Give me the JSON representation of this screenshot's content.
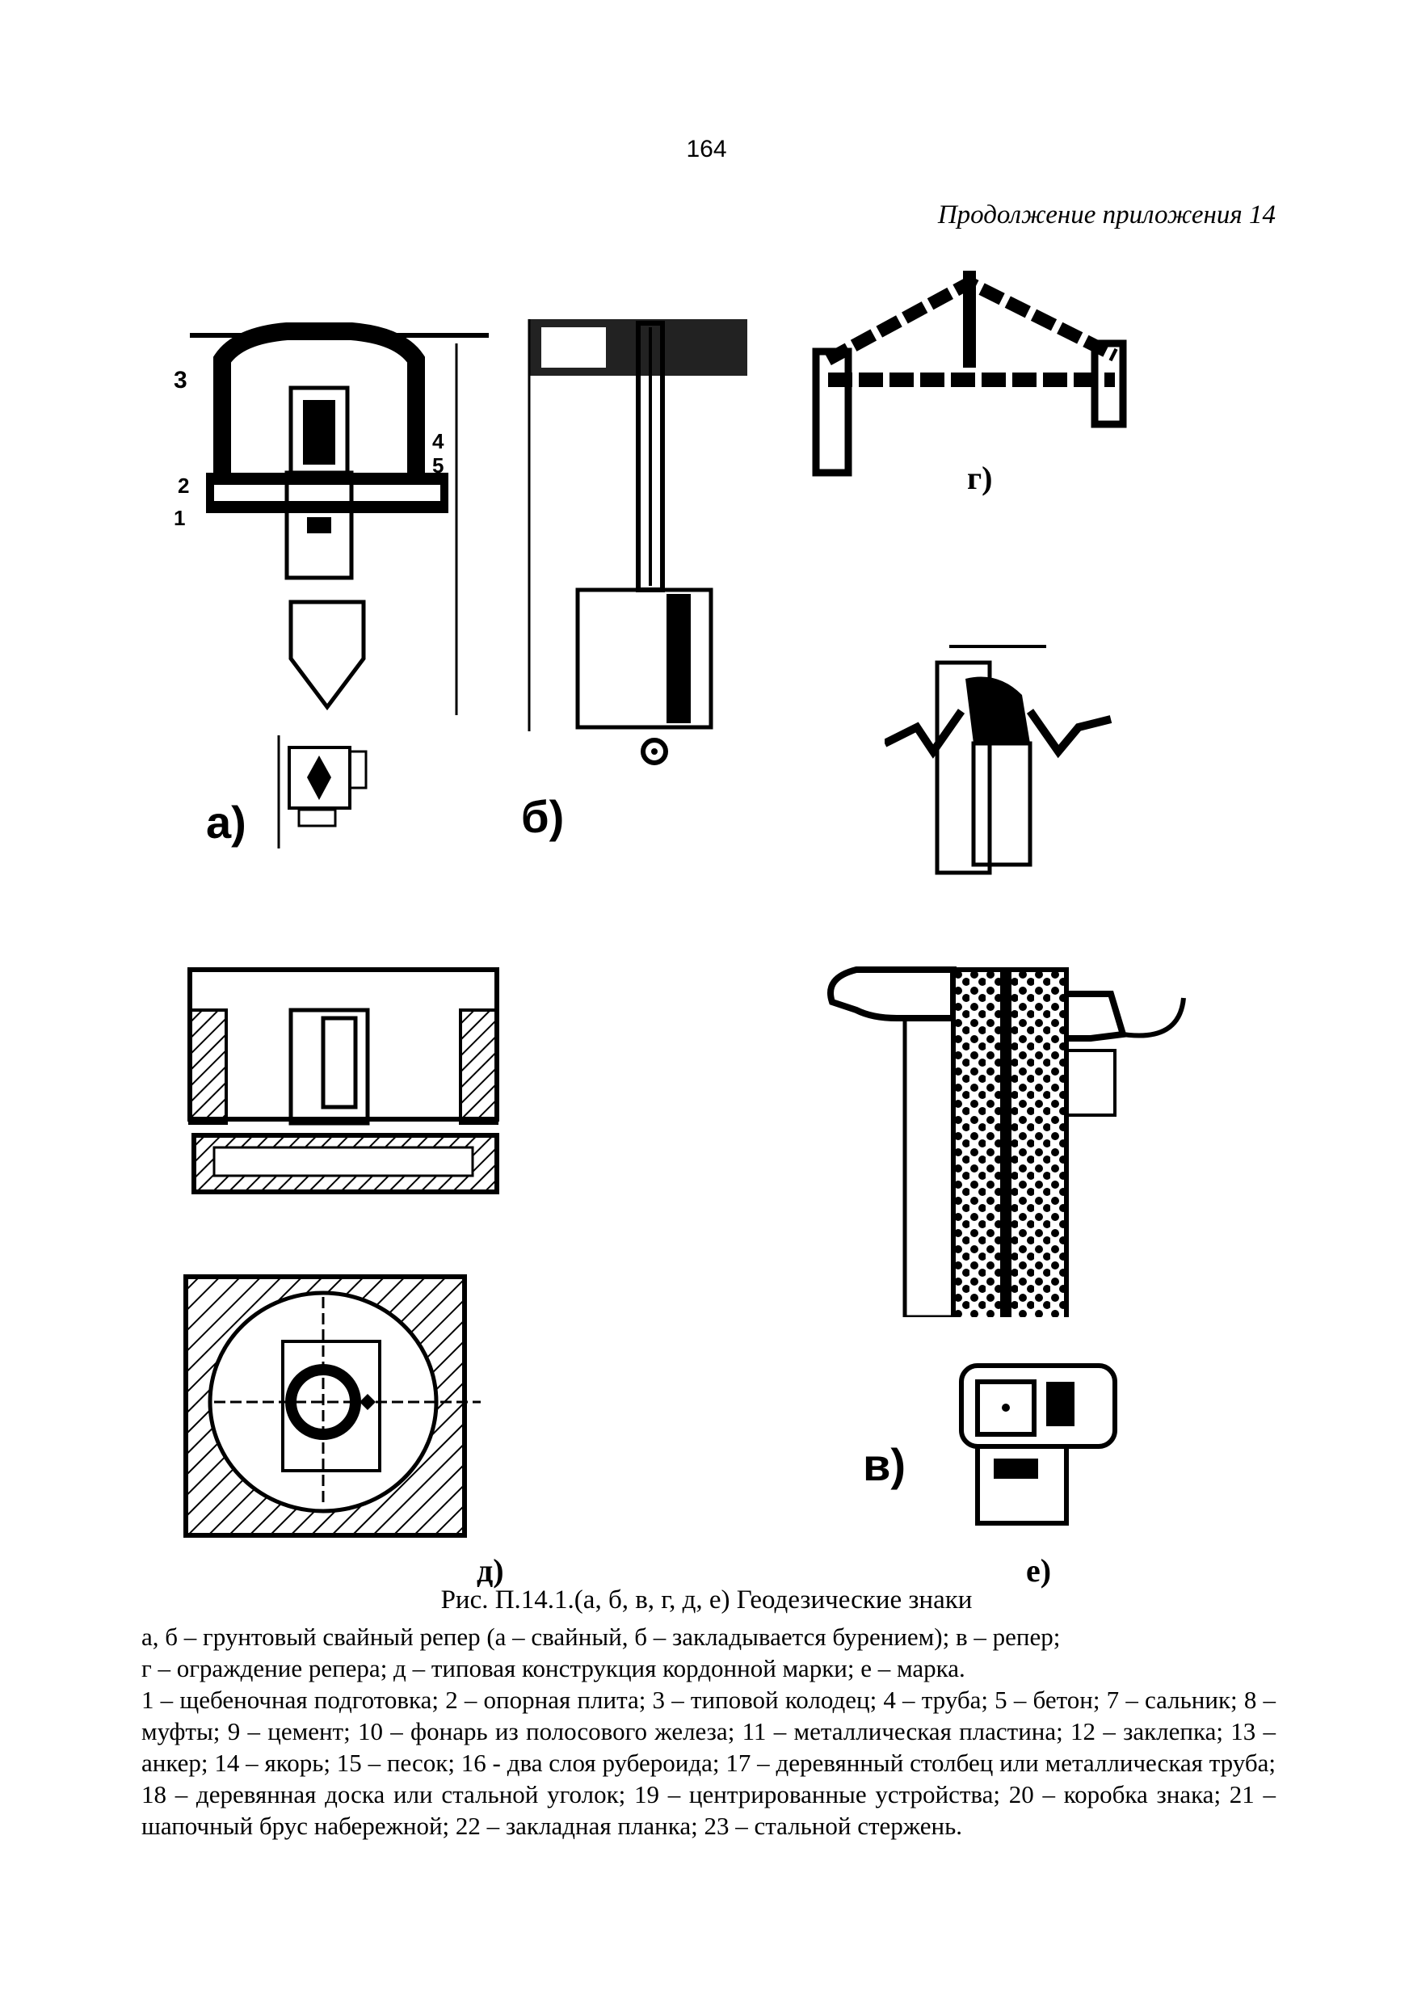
{
  "page_number": "164",
  "header_note": "Продолжение приложения 14",
  "figure_labels": {
    "a": "а)",
    "b": "б)",
    "g": "г)",
    "v": "в)",
    "d": "д)",
    "e": "е)"
  },
  "caption": "Рис. П.14.1.(а, б, в, г, д, е) Геодезические знаки",
  "legend": {
    "line1": "а, б – грунтовый свайный репер (а – свайный, б – закладывается бурением); в – репер;",
    "line2": "г – ограждение репера; д – типовая конструкция кордонной марки; е – марка.",
    "items": "1 – щебеночная подготовка; 2 – опорная плита; 3 – типовой колодец; 4 – труба; 5 – бетон; 7 – сальник; 8 – муфты; 9 – цемент; 10 – фонарь из полосового железа; 11 – металлическая пластина; 12 – заклепка; 13 – анкер; 14 – якорь; 15 – песок; 16 - два слоя рубероида; 17 – деревянный столбец или металлическая труба; 18 – деревянная доска или стальной уголок; 19 – центрированные устройства; 20 – коробка знака; 21 – шапочный брус набережной; 22 – закладная планка; 23 – стальной стержень."
  },
  "drawing_callouts": {
    "fig_a_numbers": [
      "3",
      "4",
      "5",
      "2",
      "1"
    ]
  }
}
